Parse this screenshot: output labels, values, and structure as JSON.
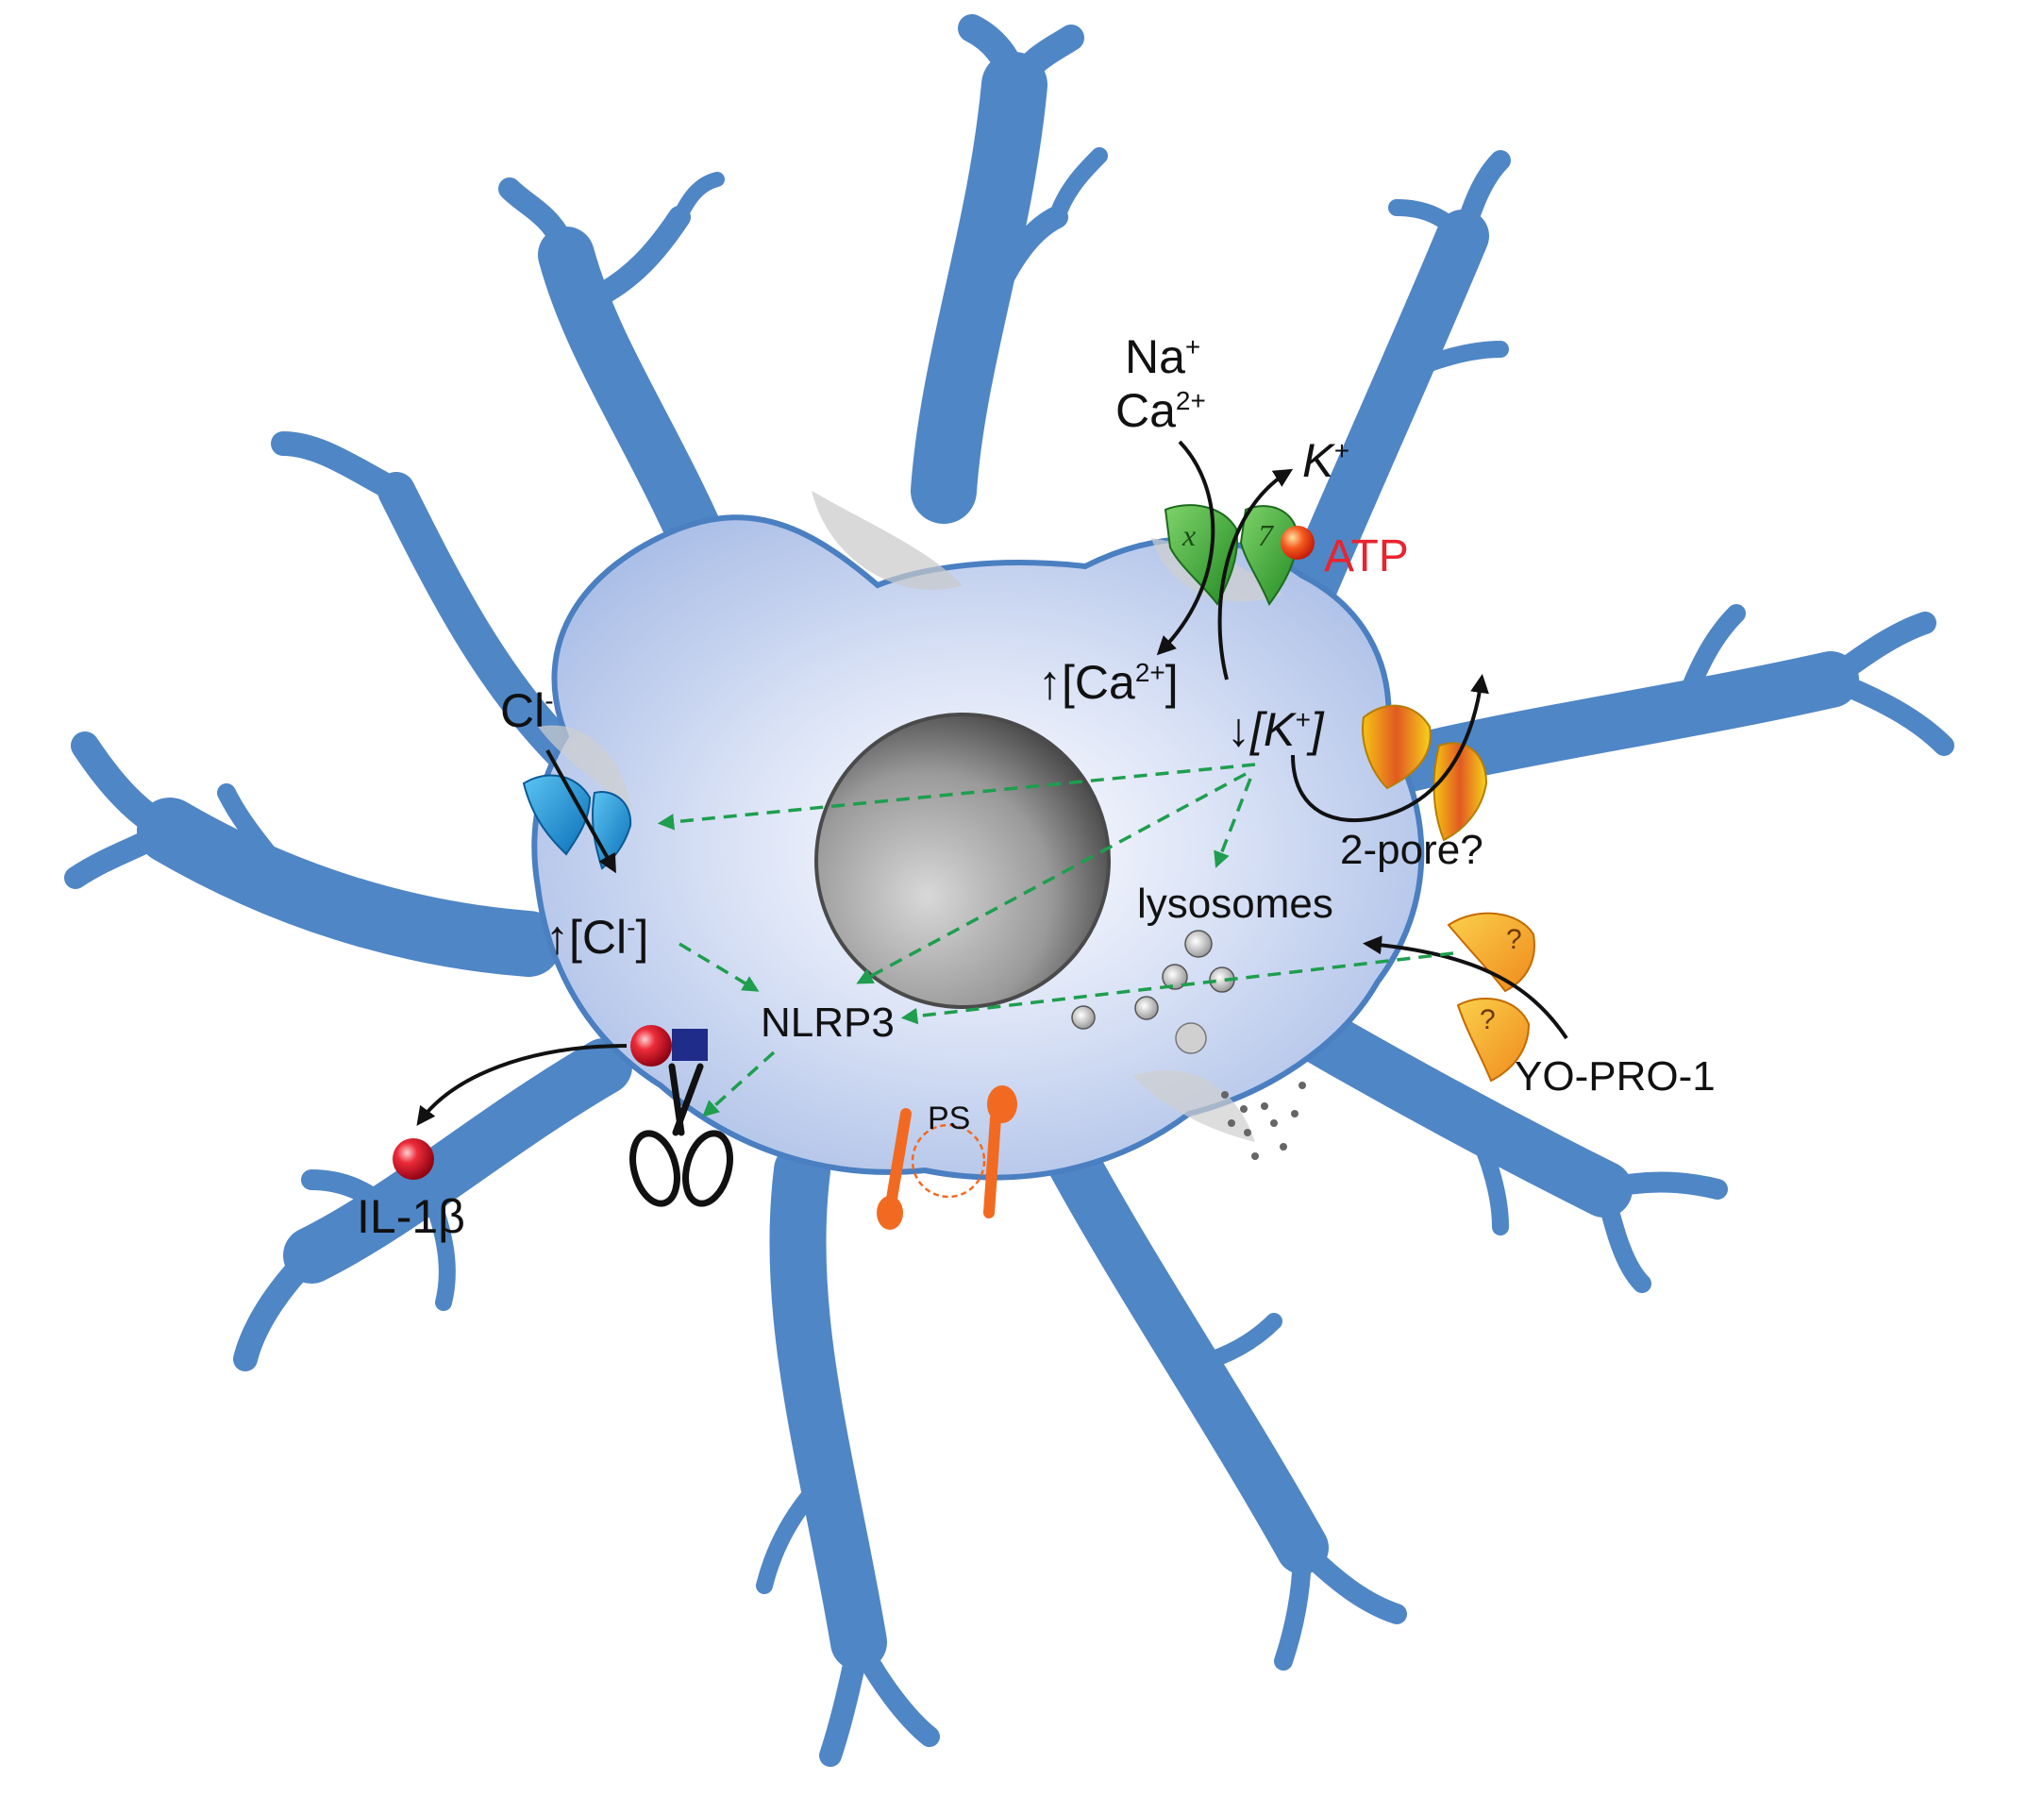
{
  "labels": {
    "na": "Na",
    "na_sup": "+",
    "ca": "Ca",
    "ca_sup": "2+",
    "k": "K",
    "k_sup": "+",
    "atp": "ATP",
    "p2x7_left": "x",
    "p2x7_right": "7",
    "ca_rise_arrow": "↑",
    "ca_rise_pre": "[Ca",
    "ca_rise_sup": "2+",
    "ca_rise_post": "]",
    "k_drop_arrow": "↓",
    "k_drop_pre": "[K",
    "k_drop_sup": "+",
    "k_drop_post": "]",
    "cl": "Cl",
    "cl_sup": "-",
    "cl_rise_arrow": "↑",
    "cl_rise_pre": "[Cl",
    "cl_rise_sup": "-",
    "cl_rise_post": "]",
    "two_pore": "2-pore?",
    "lysosomes": "lysosomes",
    "nlrp3": "NLRP3",
    "yo_pro": "YO-PRO-1",
    "q_top": "?",
    "q_bottom": "?",
    "il1b": "IL-1β",
    "ps": "PS"
  },
  "colors": {
    "cell_body": "#b8c9ea",
    "cell_edge": "#4a7fc1",
    "process": "#4f86c6",
    "nucleus": "#8c8c8c",
    "p2x7_channel": "#3aa93a",
    "cl_channel": "#1f8fd6",
    "two_pore_channel": "#f7d21a",
    "unknown_channel": "#f4a62a",
    "atp": "#e8242f",
    "il1b": "#d9142a",
    "signal_arrow": "#1e9e4e",
    "flippase": "#f26a21"
  },
  "icons": [
    "scissors-icon",
    "flippase-icon",
    "lysosome-icon",
    "atp-ball-icon",
    "il1b-ball-icon"
  ]
}
